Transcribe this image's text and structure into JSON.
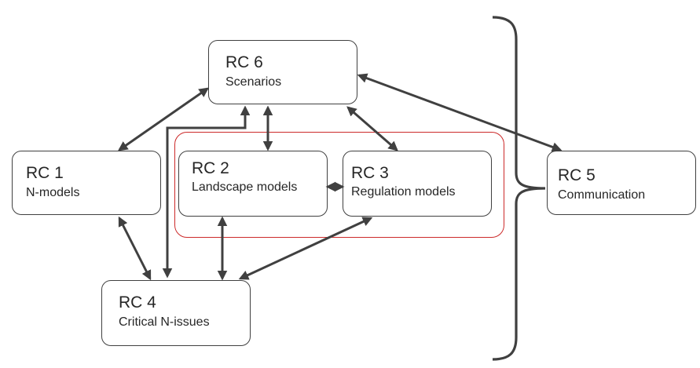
{
  "boxes": {
    "rc6": {
      "id": "RC 6",
      "label": "Scenarios"
    },
    "rc1": {
      "id": "RC 1",
      "label": "N-models"
    },
    "rc2": {
      "id": "RC 2",
      "label": "Landscape models"
    },
    "rc3": {
      "id": "RC 3",
      "label": "Regulation models"
    },
    "rc4": {
      "id": "RC 4",
      "label": "Critical N-issues"
    },
    "rc5": {
      "id": "RC 5",
      "label": "Communication"
    }
  },
  "colors": {
    "box_border": "#404040",
    "group_border": "#cc2a2a",
    "arrow": "#404040",
    "text": "#262626"
  }
}
